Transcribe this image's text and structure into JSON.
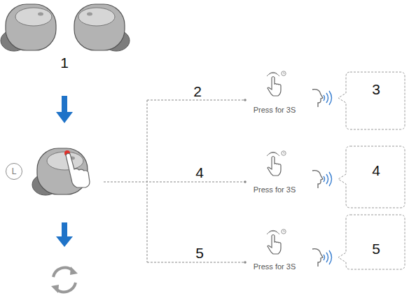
{
  "diagram": {
    "nodes": [
      {
        "text": [
          "Press for 3S"
        ]
      },
      {
        "text": [
          "3"
        ]
      },
      {
        "text": [
          "L"
        ]
      },
      {
        "text": [
          "Press for 3S"
        ]
      },
      {
        "text": [
          "4"
        ]
      },
      {
        "text": [
          "Press for 3S"
        ]
      },
      {
        "text": [
          "5"
        ]
      }
    ],
    "labels": [
      "1",
      "2",
      "4",
      "5"
    ]
  }
}
